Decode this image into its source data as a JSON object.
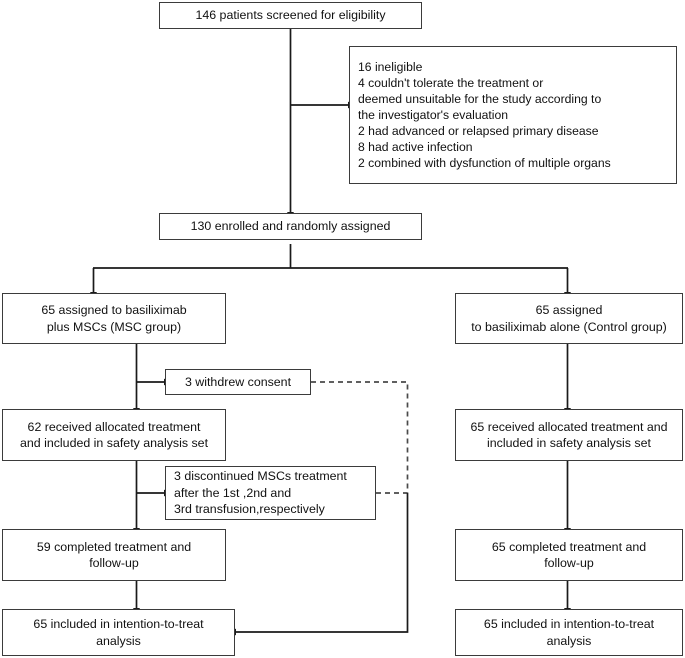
{
  "diagram": {
    "type": "consort-flow-diagram",
    "title": "CONSORT participant flow diagram",
    "colors": {
      "box_border": "#3b3b3b",
      "connector": "#1a1a1a",
      "background": "#ffffff",
      "text": "#111111"
    },
    "nodes": {
      "screened": {
        "label": "146 patients screened for eligibility",
        "count": 146
      },
      "excluded": {
        "label": "16 ineligible\n4 couldn't tolerate the treatment or\ndeemed unsuitable for the study according to\nthe investigator's evaluation\n2 had advanced or relapsed primary disease\n8 had active infection\n2 combined with dysfunction of multiple organs",
        "lines": [
          "16 ineligible",
          "4 couldn't tolerate the treatment or",
          "deemed unsuitable for the study according to",
          "the investigator's evaluation",
          "2 had advanced or relapsed primary disease",
          "8 had active infection",
          "2 combined with dysfunction of multiple organs"
        ]
      },
      "enrolled": {
        "label": "130 enrolled and randomly assigned",
        "count": 130
      },
      "msc_assigned": {
        "label": "65 assigned to basiliximab\nplus MSCs (MSC group)",
        "count": 65
      },
      "control_assigned": {
        "label": "65 assigned\nto basiliximab alone (Control group)",
        "count": 65
      },
      "withdrew": {
        "label": "3 withdrew consent",
        "count": 3
      },
      "msc_received": {
        "label": "62 received allocated treatment\nand included in safety analysis set",
        "count": 62
      },
      "control_received": {
        "label": "65 received allocated treatment and\nincluded in safety analysis set",
        "count": 65
      },
      "discontinued": {
        "label": "3 discontinued MSCs treatment\nafter the 1st ,2nd and\n3rd transfusion,respectively",
        "count": 3
      },
      "msc_completed": {
        "label": "59 completed treatment and\nfollow-up",
        "count": 59
      },
      "control_completed": {
        "label": "65 completed treatment and\nfollow-up",
        "count": 65
      },
      "msc_itt": {
        "label": "65 included in intention-to-treat\nanalysis",
        "count": 65
      },
      "control_itt": {
        "label": "65 included in intention-to-treat\nanalysis",
        "count": 65
      }
    }
  }
}
